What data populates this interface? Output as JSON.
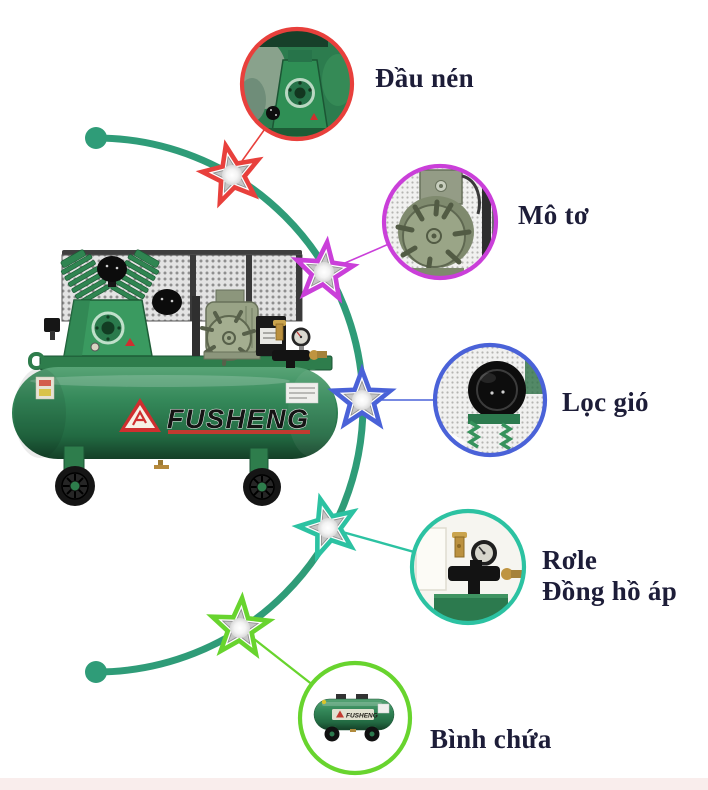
{
  "brand": "FUSHENG",
  "timeline": {
    "arc_color": "#2f9c78"
  },
  "callouts": [
    {
      "label": "Đầu nén",
      "color": "#e8403c"
    },
    {
      "label": "Mô tơ",
      "color": "#ca3fd9"
    },
    {
      "label": "Lọc gió",
      "color": "#4a62d8"
    },
    {
      "label": "Rơle",
      "label2": "Đồng hồ áp",
      "color": "#2cc2a2"
    },
    {
      "label": "Bình chứa",
      "color": "#68d42e"
    }
  ],
  "page": {
    "background": "#ffffff",
    "bottom_strip_color": "#f9edec"
  }
}
